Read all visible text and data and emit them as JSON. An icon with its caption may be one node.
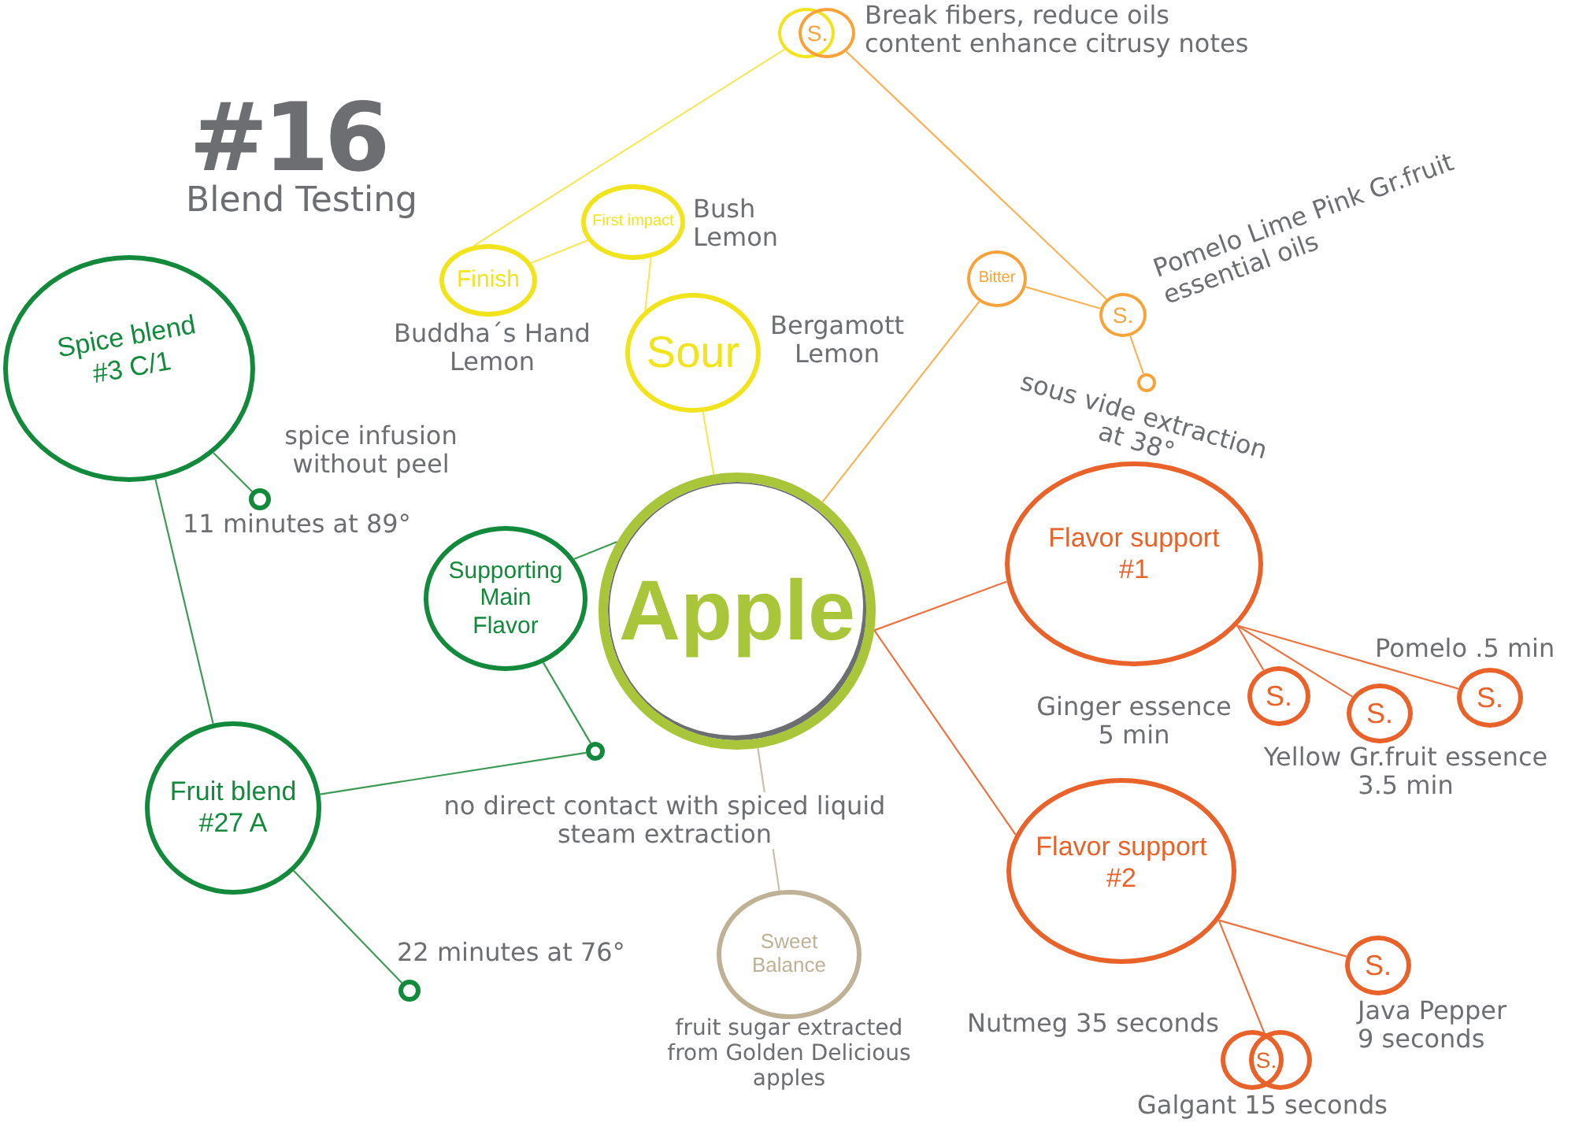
{
  "diagram": {
    "title": "#16",
    "nodes": [
      {
        "text": [],
        "shape": "circle"
      },
      {
        "text": [
          "S."
        ],
        "beside": [
          "Break fibers, reduce oils content enhance citrusy notes"
        ]
      },
      {
        "text": [
          "First impact"
        ],
        "beside": [
          "Bush Lemon"
        ]
      },
      {
        "text": [
          "Finish"
        ],
        "beside": [
          "Buddha´s Hand Lemon"
        ]
      },
      {
        "text": [
          "Bitter"
        ]
      },
      {
        "text": [
          "S."
        ],
        "beside": [
          "Pomelo Lime Pink Gr.fruit essential oils"
        ]
      },
      {
        "text": [
          "Sour"
        ],
        "beside": [
          "Bergamott Lemon"
        ]
      },
      {
        "text": [],
        "shape": "circle",
        "beside": [
          "sous vide extraction at 38°"
        ]
      },
      {
        "text": [
          "Spice blend #3 C/1"
        ]
      },
      {
        "text": [],
        "shape": "circle",
        "beside": [
          "spice infusion without peel",
          "11 minutes at 89°"
        ]
      },
      {
        "text": [
          "Flavor support #1"
        ]
      },
      {
        "text": [
          "Supporting Main Flavor"
        ]
      },
      {
        "text": [
          "Apple"
        ]
      },
      {
        "text": [
          "S."
        ],
        "beside": [
          "Ginger essence 5 min"
        ]
      },
      {
        "text": [
          "S."
        ],
        "beside": [
          "Pomelo .5 min"
        ]
      },
      {
        "text": [
          "S."
        ],
        "beside": [
          "Yellow Gr.fruit essence 3.5 min"
        ]
      },
      {
        "text": [],
        "shape": "circle",
        "beside": [
          "no direct contact with spiced liquid steam extraction"
        ]
      },
      {
        "text": [
          "Fruit blend #27 A"
        ]
      },
      {
        "text": [
          "Flavor support #2"
        ]
      },
      {
        "text": [
          "Sweet Balance"
        ],
        "beside": [
          "fruit sugar extracted from Golden Delicious apples"
        ]
      },
      {
        "text": [
          "S."
        ],
        "beside": [
          "Java Pepper 9 seconds"
        ]
      },
      {
        "text": [],
        "shape": "circle",
        "beside": [
          "22 minutes at 76°"
        ]
      },
      {
        "text": [],
        "shape": "circle",
        "beside": [
          "Nutmeg 35 seconds"
        ]
      },
      {
        "text": [
          "S."
        ],
        "beside": [
          "Galgant 15 seconds"
        ]
      }
    ],
    "edges": [
      {
        "from": 0,
        "to": 3,
        "arrow": "none",
        "color": "#f4e85c"
      },
      {
        "from": 2,
        "to": 3,
        "arrow": "none",
        "color": "#f4e85c"
      },
      {
        "from": 2,
        "to": 6,
        "arrow": "none",
        "color": "#f4e85c"
      },
      {
        "from": 6,
        "to": 12,
        "arrow": "none",
        "color": "#f4e85c"
      },
      {
        "from": 1,
        "to": 5,
        "arrow": "none",
        "color": "#f9b35a"
      },
      {
        "from": 4,
        "to": 5,
        "arrow": "none",
        "color": "#f9b35a"
      },
      {
        "from": 4,
        "to": 12,
        "arrow": "none",
        "color": "#f9b35a"
      },
      {
        "from": 5,
        "to": 7,
        "arrow": "none",
        "color": "#f9b35a"
      },
      {
        "from": 8,
        "to": 9,
        "arrow": "none",
        "color": "#3c9a55"
      },
      {
        "from": 8,
        "to": 17,
        "arrow": "none",
        "color": "#3c9a55"
      },
      {
        "from": 11,
        "to": 12,
        "arrow": "none",
        "color": "#3c9a55"
      },
      {
        "from": 11,
        "to": 16,
        "arrow": "none",
        "color": "#3c9a55"
      },
      {
        "from": 17,
        "to": 16,
        "arrow": "none",
        "color": "#3c9a55"
      },
      {
        "from": 17,
        "to": 21,
        "arrow": "none",
        "color": "#3c9a55"
      },
      {
        "from": 19,
        "to": 12,
        "arrow": "none",
        "color": "#cbbfa8"
      },
      {
        "from": 12,
        "to": 10,
        "arrow": "none",
        "color": "#ec7443"
      },
      {
        "from": 12,
        "to": 18,
        "arrow": "none",
        "color": "#ec7443"
      },
      {
        "from": 10,
        "to": 13,
        "arrow": "none",
        "color": "#ec7443"
      },
      {
        "from": 10,
        "to": 15,
        "arrow": "none",
        "color": "#ec7443"
      },
      {
        "from": 10,
        "to": 14,
        "arrow": "none",
        "color": "#ec7443"
      },
      {
        "from": 18,
        "to": 20,
        "arrow": "none",
        "color": "#ec7443"
      },
      {
        "from": 18,
        "to": 23,
        "arrow": "none",
        "color": "#ec7443"
      }
    ],
    "labels": [
      "Blend Testing"
    ]
  }
}
